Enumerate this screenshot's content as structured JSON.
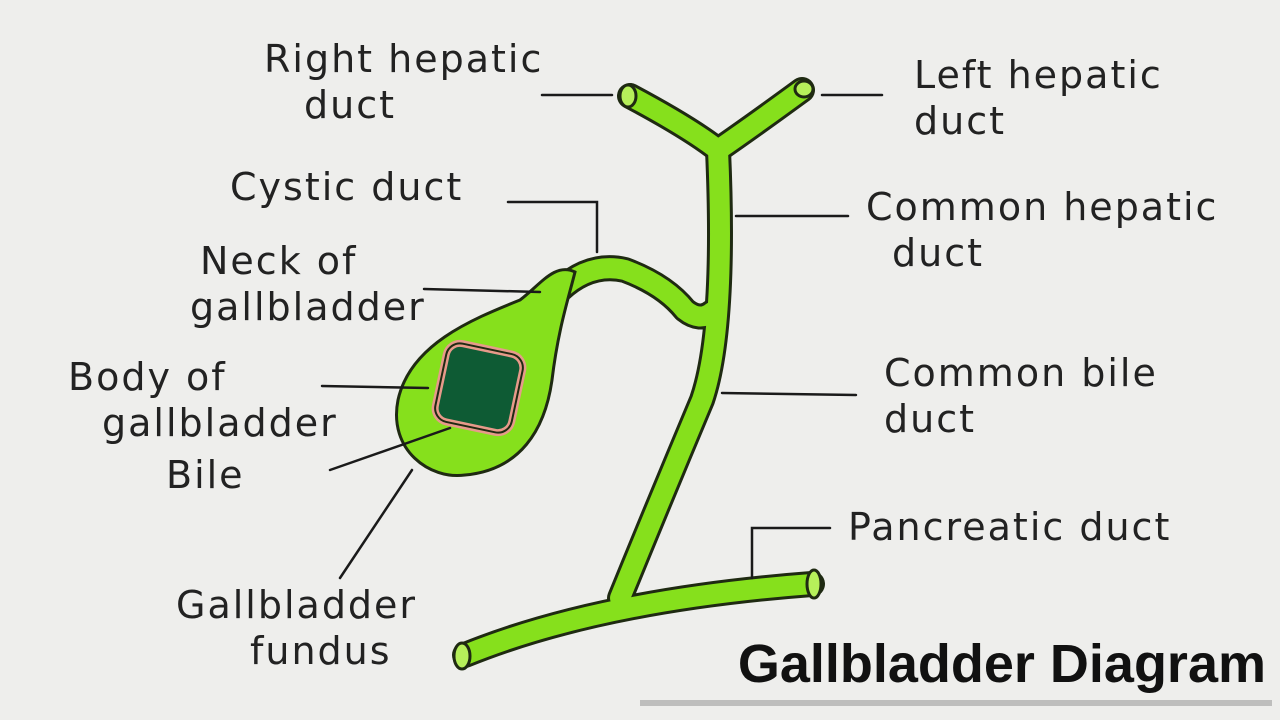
{
  "title": "Gallbladder Diagram",
  "labels": {
    "right_hepatic_duct": {
      "line1": "Right hepatic",
      "line2": "duct"
    },
    "left_hepatic_duct": {
      "line1": "Left hepatic",
      "line2": "duct"
    },
    "cystic_duct": {
      "line1": "Cystic duct"
    },
    "common_hepatic_duct": {
      "line1": "Common hepatic",
      "line2": "duct"
    },
    "neck_of_gallbladder": {
      "line1": "Neck of",
      "line2": "gallbladder"
    },
    "body_of_gallbladder": {
      "line1": "Body of",
      "line2": "gallbladder"
    },
    "common_bile_duct": {
      "line1": "Common bile",
      "line2": "duct"
    },
    "bile": {
      "line1": "Bile"
    },
    "pancreatic_duct": {
      "line1": "Pancreatic duct"
    },
    "gallbladder_fundus": {
      "line1": "Gallbladder",
      "line2": "fundus"
    }
  },
  "colors": {
    "duct_fill": "#86e01c",
    "duct_outline": "#1f2a12",
    "bile_fill": "#0e5b34",
    "bile_rim": "#e79a8a"
  }
}
